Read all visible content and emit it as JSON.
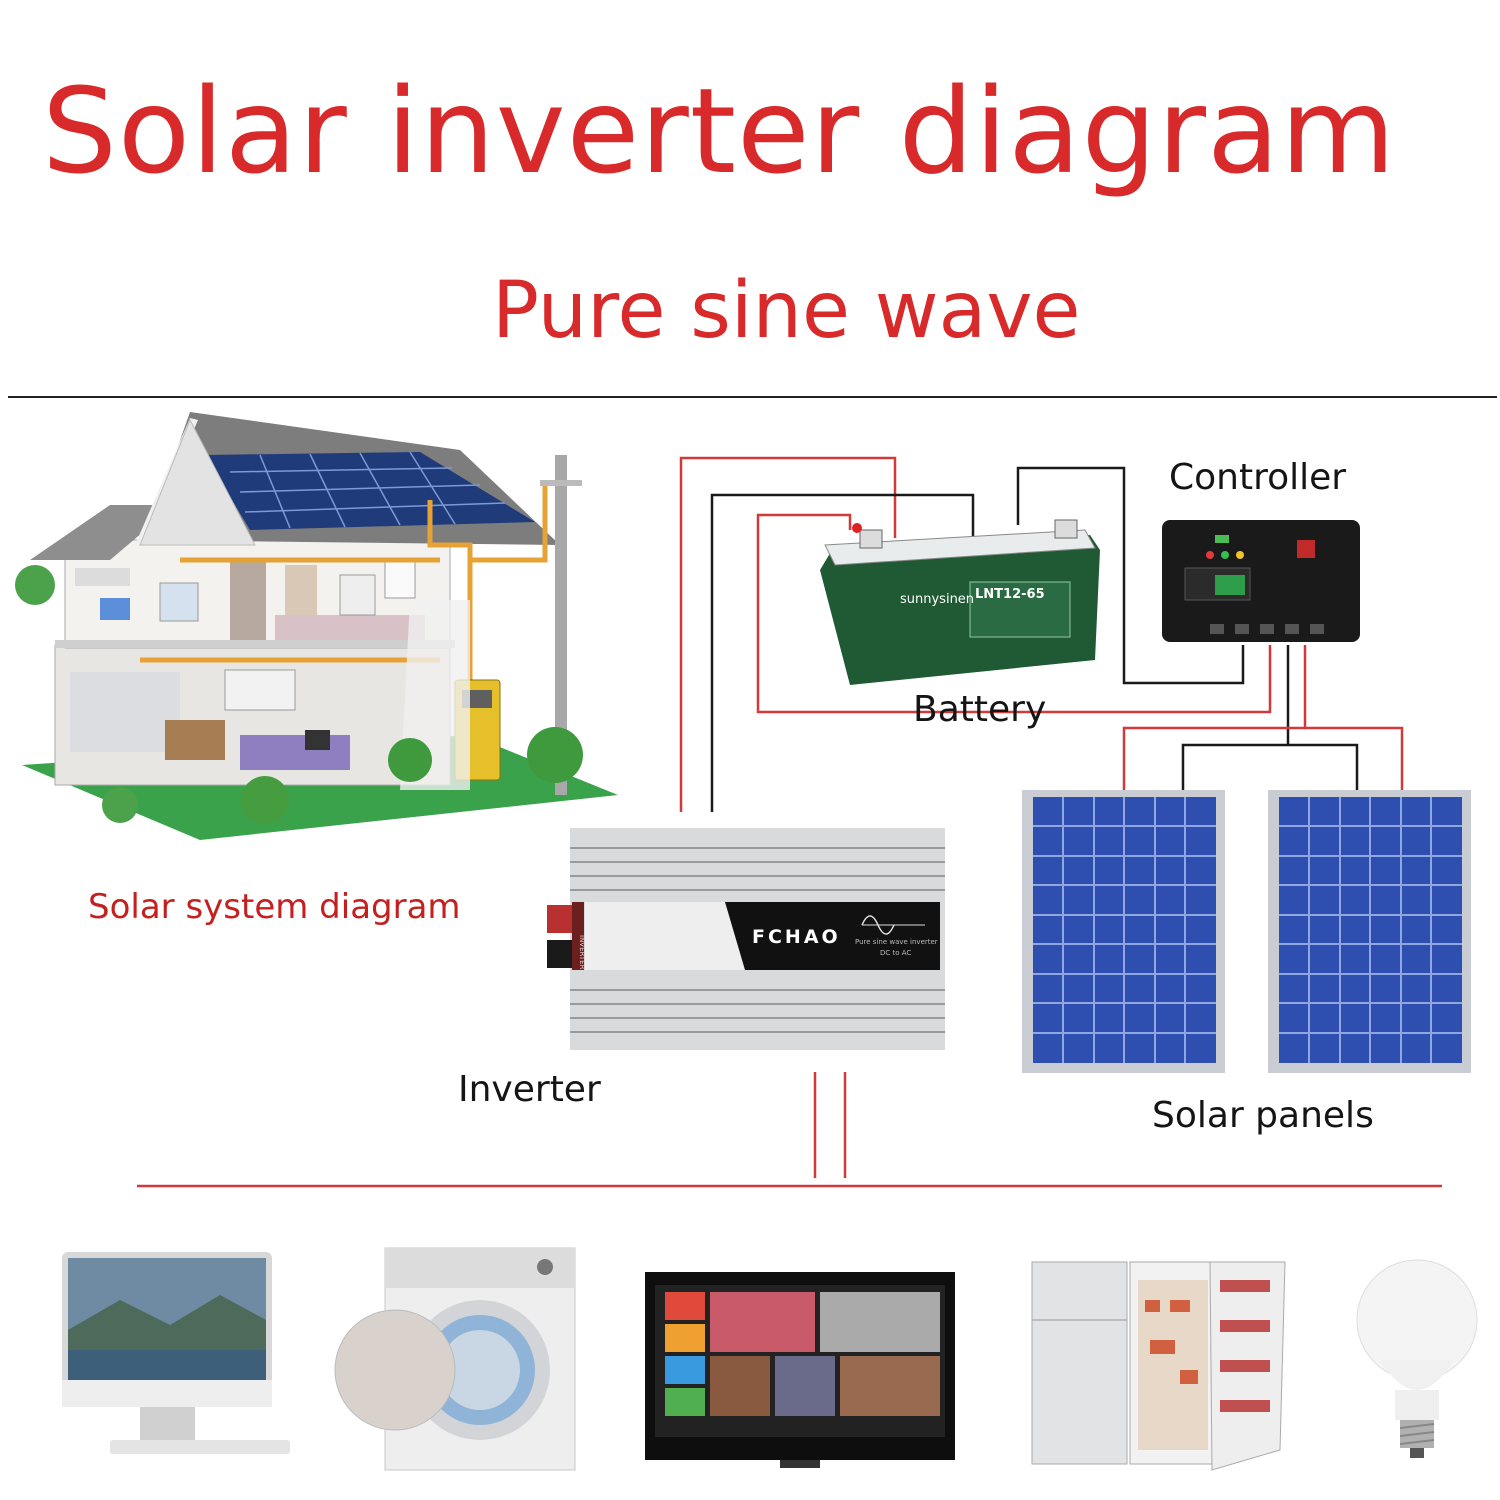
{
  "header": {
    "title": "Solar inverter diagram",
    "subtitle": "Pure sine wave"
  },
  "labels": {
    "controller": "Controller",
    "battery": "Battery",
    "solar_system": "Solar system diagram",
    "inverter": "Inverter",
    "solar_panels": "Solar panels"
  },
  "inverter_device": {
    "brand": "FCHAO",
    "model_text": "Pure sine wave inverter",
    "dc_ac": "DC to AC",
    "side_text": "INVERTER"
  },
  "battery_device": {
    "brand": "sunnysinen",
    "model": "LNT12-65"
  },
  "appliances": [
    {
      "name": "computer-monitor"
    },
    {
      "name": "washing-machine"
    },
    {
      "name": "television"
    },
    {
      "name": "refrigerator"
    },
    {
      "name": "light-bulb"
    }
  ],
  "colors": {
    "title_red": "#d82a2a",
    "wire_red": "#d23a3a",
    "wire_black": "#1a1a1a",
    "panel_blue": "#2f4fb0",
    "battery_green": "#1f5a35"
  }
}
